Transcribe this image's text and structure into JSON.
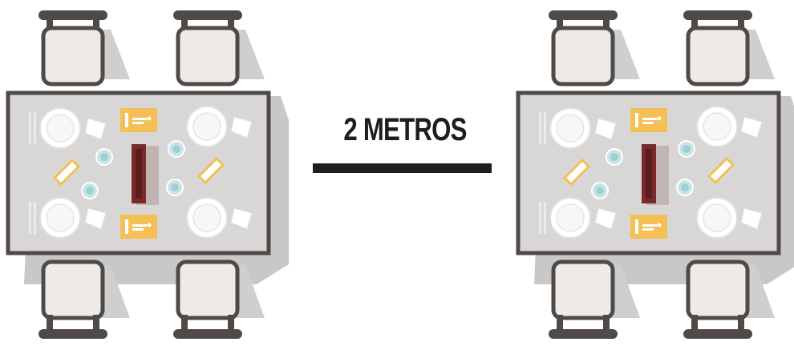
{
  "distance": {
    "label": "2 METROS"
  },
  "palette": {
    "table_cloth": "#d9d7d6",
    "table_frame": "#4f4a48",
    "plate": "#ffffff",
    "napkin": "#f4bf55",
    "centerpiece": "#7a2a2a",
    "glass": "#c7e5e8",
    "chair_seat": "#eeebe6",
    "chair_frame": "#4f4a48",
    "shadow": "#c9c8c8",
    "text": "#1e1e1e"
  },
  "tables": [
    {
      "name": "table-left",
      "chairs": 4,
      "plates": 4,
      "glasses": 4,
      "napkins": 2
    },
    {
      "name": "table-right",
      "chairs": 4,
      "plates": 4,
      "glasses": 4,
      "napkins": 2
    }
  ]
}
